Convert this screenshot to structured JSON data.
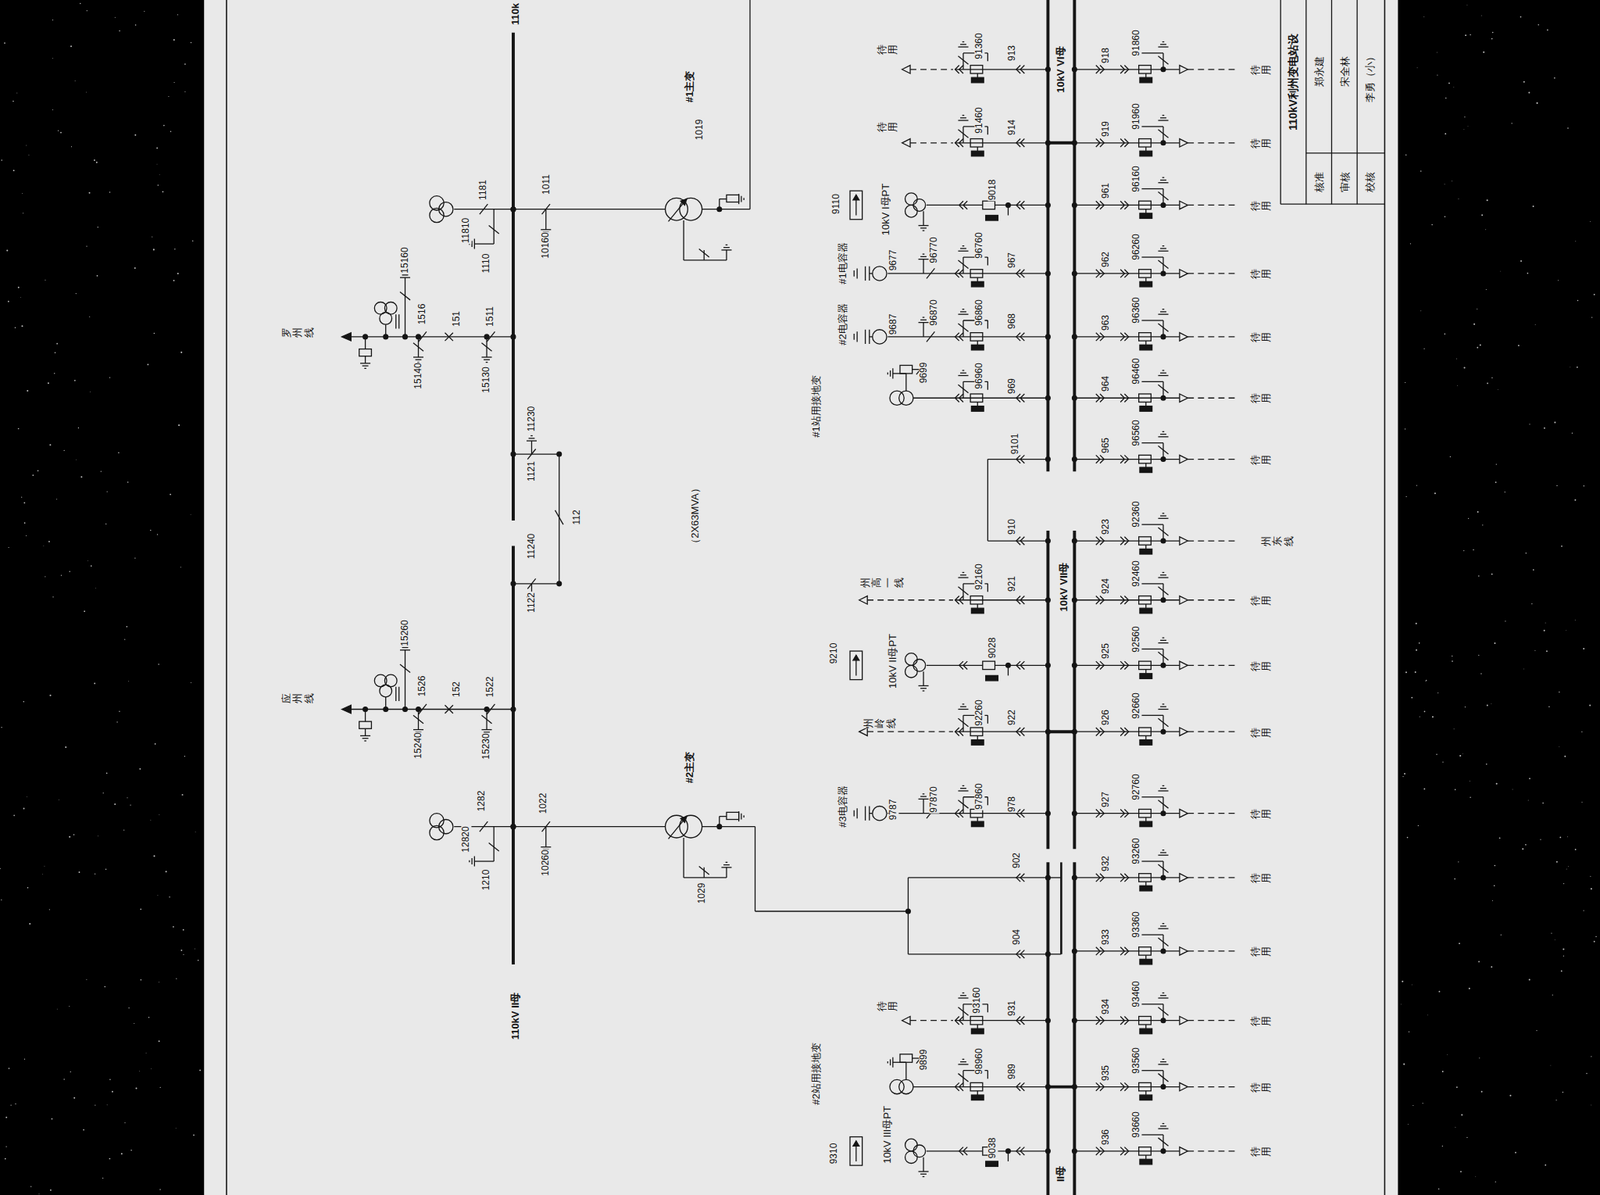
{
  "diagram": {
    "title": "110kV利州变电站设",
    "labels": [
      "110k",
      "罗州线",
      "15160",
      "1516",
      "151",
      "1511",
      "15140",
      "15130",
      "11810",
      "1181",
      "1110",
      "1011",
      "10160",
      "#1主变",
      "1019",
      "11230",
      "1121",
      "112",
      "11240",
      "1122",
      "（2X63MVA）",
      "应州线",
      "15260",
      "1526",
      "152",
      "1522",
      "15240",
      "15230",
      "#2主变",
      "12820",
      "1282",
      "1210",
      "1022",
      "10260",
      "1029",
      "110kV II母",
      "待用",
      "91360",
      "913",
      "待用",
      "91460",
      "914",
      "9110",
      "10kV I母PT",
      "9018",
      "#1电容器",
      "96770",
      "9677",
      "96760",
      "967",
      "#2电容器",
      "96870",
      "9687",
      "96860",
      "968",
      "#1站用接地变",
      "9699",
      "96960",
      "969",
      "9101",
      "910",
      "州高一线",
      "92160",
      "921",
      "9210",
      "10kV II母PT",
      "9028",
      "州岭线",
      "92260",
      "922",
      "#3电容器",
      "97870",
      "9787",
      "97860",
      "978",
      "902",
      "904",
      "待用",
      "93160",
      "931",
      "#2站用接地变",
      "9899",
      "98960",
      "989",
      "9310",
      "10kV III母PT",
      "9038",
      "10kV VI母",
      "10kV VII母",
      "II母",
      "918",
      "91860",
      "待用",
      "919",
      "91960",
      "待用",
      "961",
      "96160",
      "待用",
      "962",
      "96260",
      "待用",
      "963",
      "96360",
      "待用",
      "964",
      "96460",
      "待用",
      "965",
      "96560",
      "待用",
      "923",
      "92360",
      "州东线",
      "924",
      "92460",
      "待用",
      "925",
      "92560",
      "待用",
      "926",
      "92660",
      "待用",
      "927",
      "92760",
      "待用",
      "932",
      "93260",
      "待用",
      "933",
      "93360",
      "待用",
      "934",
      "93460",
      "待用",
      "935",
      "93560",
      "待用",
      "936",
      "93660",
      "待用",
      "核准",
      "郑永建",
      "审核",
      "宋全林",
      "校核",
      "李勇（小）"
    ]
  }
}
